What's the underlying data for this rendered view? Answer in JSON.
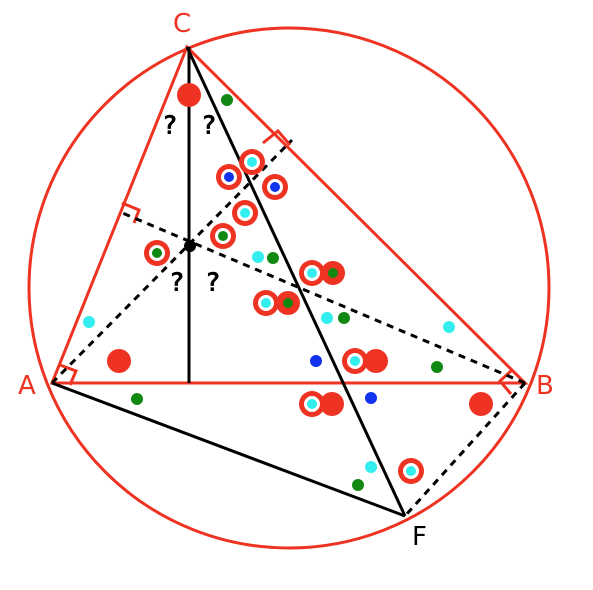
{
  "labels": {
    "C": "C",
    "A": "A",
    "B": "B",
    "F": "F",
    "q1": "?",
    "q2": "?",
    "q3": "?",
    "q4": "?"
  },
  "colors": {
    "red": "#ee3322",
    "black": "#000000",
    "green": "#118811",
    "cyan": "#33eeee",
    "blue": "#1133ee",
    "white": "#ffffff"
  },
  "icons": {
    "right_angle": "right-angle-mark",
    "dot": "dot",
    "ring": "ringed-dot"
  }
}
